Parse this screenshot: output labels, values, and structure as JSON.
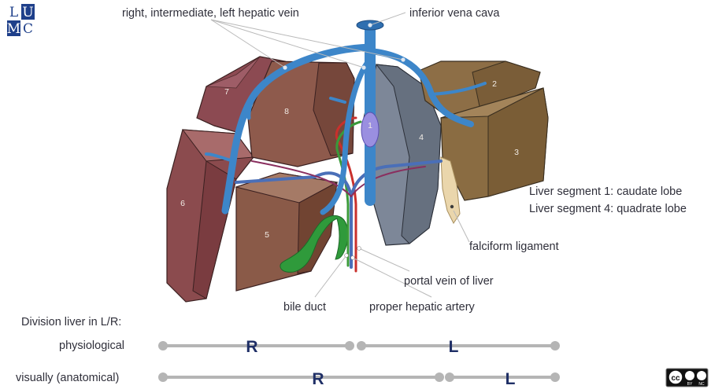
{
  "logo": {
    "letters": [
      "L",
      "U",
      "M",
      "C"
    ],
    "colors": {
      "dark": "#1e3f8a",
      "light": "#ffffff"
    }
  },
  "labels": {
    "hepatic_veins": "right, intermediate, left hepatic vein",
    "ivc": "inferior vena cava",
    "caudate": "Liver segment 1: caudate lobe",
    "quadrate": "Liver segment 4: quadrate lobe",
    "falciform": "falciform ligament",
    "portal_vein": "portal vein of liver",
    "bile_duct": "bile duct",
    "artery": "proper hepatic artery"
  },
  "segments": [
    "1",
    "2",
    "3",
    "4",
    "5",
    "6",
    "7",
    "8"
  ],
  "division": {
    "title": "Division liver in L/R:",
    "rows": [
      {
        "label": "physiological",
        "left_letter": "R",
        "right_letter": "L"
      },
      {
        "label": "visually (anatomical)",
        "left_letter": "R",
        "right_letter": "L"
      }
    ]
  },
  "license": {
    "cc": "cc",
    "by": "BY",
    "nc": "NC"
  },
  "colors": {
    "vein": "#3d86c9",
    "segment_red": "#8e4a4a",
    "segment_brown": "#83624a",
    "segment_olive": "#8a6f44",
    "segment_slate": "#7b8597",
    "gallbladder": "#2f9a3b",
    "ligament": "#e9d3a8",
    "scale_bar": "#b5b5b5",
    "letter": "#1f2f66"
  }
}
